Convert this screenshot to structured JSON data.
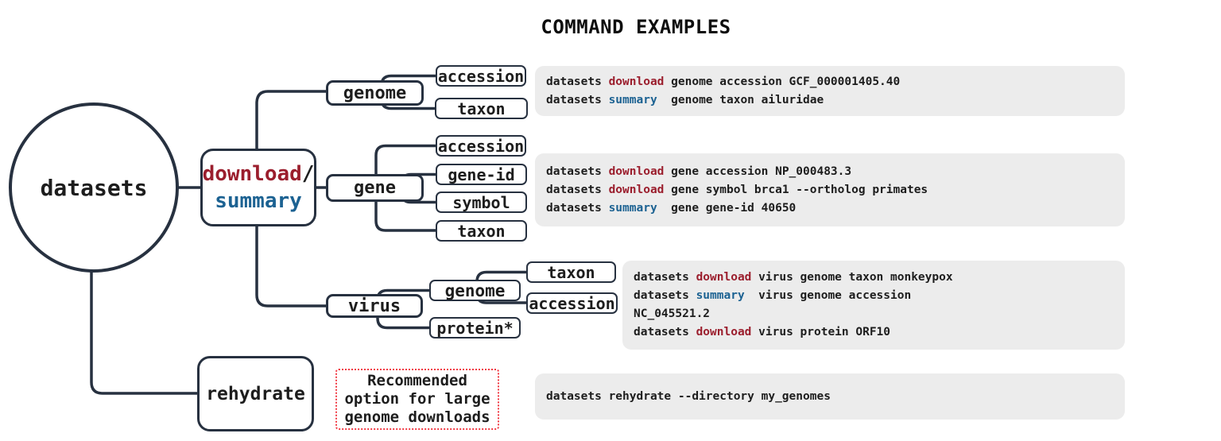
{
  "title": "COMMAND EXAMPLES",
  "colors": {
    "navy": "#273140",
    "red": "#9b1e2d",
    "blue": "#1c6292",
    "ink": "#1d1d1d",
    "box_bg": "#ececec",
    "note_red": "#f13b45"
  },
  "tree": {
    "root": "datasets",
    "download_label": "download",
    "slash": "/",
    "summary_label": "summary",
    "genome": "genome",
    "gene": "gene",
    "virus": "virus",
    "rehydrate": "rehydrate",
    "genome_children": [
      "accession",
      "taxon"
    ],
    "gene_children": [
      "accession",
      "gene-id",
      "symbol",
      "taxon"
    ],
    "virus_genome": "genome",
    "virus_protein": "protein*",
    "virus_genome_children": [
      "taxon",
      "accession"
    ],
    "note_lines": [
      "Recommended",
      "option for large",
      "genome downloads"
    ]
  },
  "examples": {
    "boxes": [
      {
        "lines": [
          [
            {
              "t": "datasets "
            },
            {
              "t": "download",
              "c": "red"
            },
            {
              "t": " genome accession GCF_000001405.40"
            }
          ],
          [
            {
              "t": "datasets "
            },
            {
              "t": "summary",
              "c": "blue"
            },
            {
              "t": "  genome taxon ailuridae"
            }
          ]
        ]
      },
      {
        "lines": [
          [
            {
              "t": "datasets "
            },
            {
              "t": "download",
              "c": "red"
            },
            {
              "t": " gene accession NP_000483.3"
            }
          ],
          [
            {
              "t": "datasets "
            },
            {
              "t": "download",
              "c": "red"
            },
            {
              "t": " gene symbol brca1 --ortholog primates"
            }
          ],
          [
            {
              "t": "datasets "
            },
            {
              "t": "summary",
              "c": "blue"
            },
            {
              "t": "  gene gene-id 40650"
            }
          ]
        ]
      },
      {
        "lines": [
          [
            {
              "t": "datasets "
            },
            {
              "t": "download",
              "c": "red"
            },
            {
              "t": " virus genome taxon monkeypox"
            }
          ],
          [
            {
              "t": "datasets "
            },
            {
              "t": "summary",
              "c": "blue"
            },
            {
              "t": "  virus genome accession"
            }
          ],
          [
            {
              "t": "NC_045521.2"
            }
          ],
          [
            {
              "t": "datasets "
            },
            {
              "t": "download",
              "c": "red"
            },
            {
              "t": " virus protein ORF10"
            }
          ]
        ]
      },
      {
        "lines": [
          [
            {
              "t": "datasets rehydrate --directory my_genomes"
            }
          ]
        ]
      }
    ]
  }
}
